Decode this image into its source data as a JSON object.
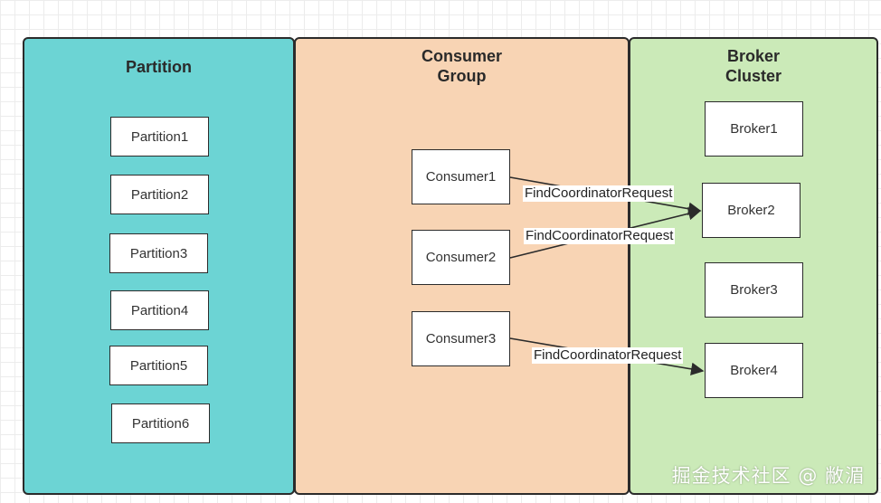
{
  "colors": {
    "partition_panel": "#6cd4d4",
    "consumer_panel": "#f8d4b4",
    "broker_panel": "#cbeab8",
    "border": "#2b2b2b"
  },
  "panels": {
    "partition": {
      "title": "Partition",
      "items": [
        "Partition1",
        "Partition2",
        "Partition3",
        "Partition4",
        "Partition5",
        "Partition6"
      ]
    },
    "consumer_group": {
      "title": "Consumer\nGroup",
      "items": [
        "Consumer1",
        "Consumer2",
        "Consumer3"
      ]
    },
    "broker_cluster": {
      "title": "Broker\nCluster",
      "items": [
        "Broker1",
        "Broker2",
        "Broker3",
        "Broker4"
      ]
    }
  },
  "edges": [
    {
      "from": "Consumer1",
      "to": "Broker2",
      "label": "FindCoordinatorRequest"
    },
    {
      "from": "Consumer2",
      "to": "Broker2",
      "label": "FindCoordinatorRequest"
    },
    {
      "from": "Consumer3",
      "to": "Broker4",
      "label": "FindCoordinatorRequest"
    }
  ],
  "watermark": "掘金技术社区 @ 敝湄"
}
